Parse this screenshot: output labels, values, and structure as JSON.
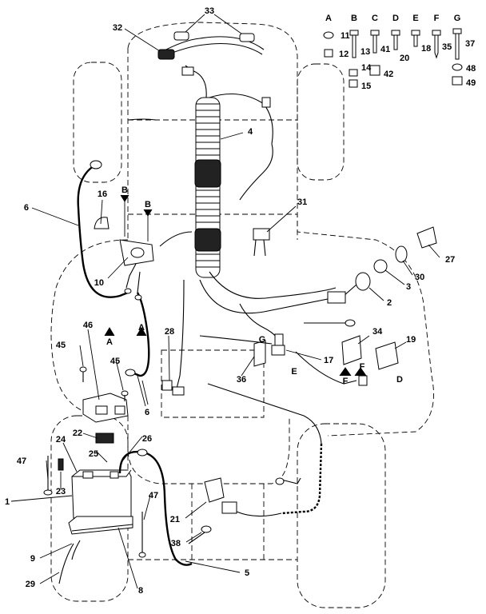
{
  "hardware_headers": [
    "A",
    "B",
    "C",
    "D",
    "E",
    "F",
    "G"
  ],
  "callouts": {
    "c1": "1",
    "c2": "2",
    "c3": "3",
    "c4": "4",
    "c5": "5",
    "c6a": "6",
    "c6b": "6",
    "c8": "8",
    "c9": "9",
    "c10": "10",
    "c11": "11",
    "c12": "12",
    "c13": "13",
    "c14": "14",
    "c15": "15",
    "c16": "16",
    "c17": "17",
    "c18": "18",
    "c19": "19",
    "c20": "20",
    "c21": "21",
    "c22": "22",
    "c23": "23",
    "c24": "24",
    "c25": "25",
    "c26": "26",
    "c27": "27",
    "c28": "28",
    "c29": "29",
    "c30": "30",
    "c31": "31",
    "c32": "32",
    "c33": "33",
    "c34": "34",
    "c35": "35",
    "c36": "36",
    "c37": "37",
    "c38": "38",
    "c41": "41",
    "c42": "42",
    "c45a": "45",
    "c45b": "45",
    "c46": "46",
    "c47a": "47",
    "c47b": "47",
    "c48": "48",
    "c49": "49"
  },
  "connector_letters": {
    "b1": "B",
    "b2": "B",
    "a1": "A",
    "a2": "A",
    "g1": "G",
    "e1": "E",
    "f1": "F",
    "f2": "F",
    "d1": "D"
  }
}
